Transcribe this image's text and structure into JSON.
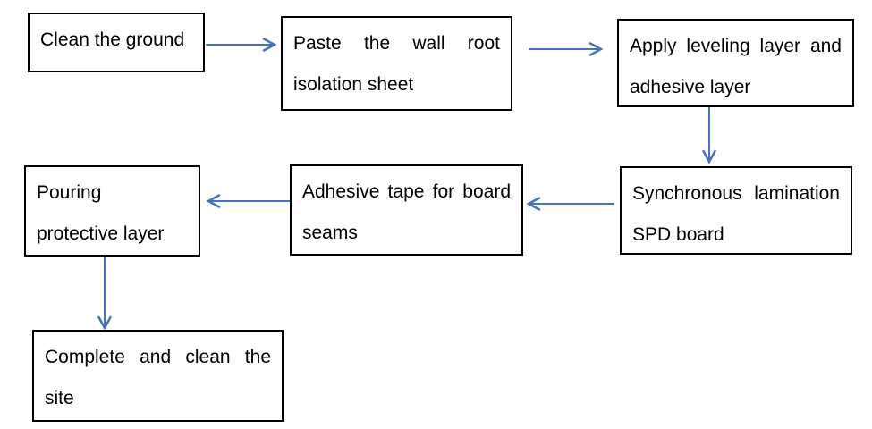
{
  "diagram": {
    "type": "flowchart",
    "boxes": [
      {
        "id": "clean-ground",
        "lines": [
          "Clean the ground"
        ]
      },
      {
        "id": "paste-isolation-sheet",
        "lines": [
          "Paste the wall root",
          "isolation sheet"
        ]
      },
      {
        "id": "apply-leveling-adhesive",
        "lines": [
          "Apply leveling layer and",
          "adhesive layer"
        ]
      },
      {
        "id": "synchronous-lamination",
        "lines": [
          "Synchronous lamination",
          "SPD board"
        ]
      },
      {
        "id": "adhesive-tape-seams",
        "lines": [
          "Adhesive tape for board",
          "seams"
        ]
      },
      {
        "id": "pouring-protective",
        "lines": [
          "Pouring",
          "protective layer"
        ]
      },
      {
        "id": "complete-clean-site",
        "lines": [
          "Complete and clean the",
          "site"
        ]
      }
    ],
    "connections": [
      {
        "from": "clean-ground",
        "to": "paste-isolation-sheet",
        "direction": "right"
      },
      {
        "from": "paste-isolation-sheet",
        "to": "apply-leveling-adhesive",
        "direction": "right"
      },
      {
        "from": "apply-leveling-adhesive",
        "to": "synchronous-lamination",
        "direction": "down"
      },
      {
        "from": "synchronous-lamination",
        "to": "adhesive-tape-seams",
        "direction": "left"
      },
      {
        "from": "adhesive-tape-seams",
        "to": "pouring-protective",
        "direction": "left"
      },
      {
        "from": "pouring-protective",
        "to": "complete-clean-site",
        "direction": "down"
      }
    ],
    "colors": {
      "arrow": "#4472C4",
      "box_border": "#000000",
      "text": "#000000",
      "background": "#FFFFFF"
    }
  }
}
